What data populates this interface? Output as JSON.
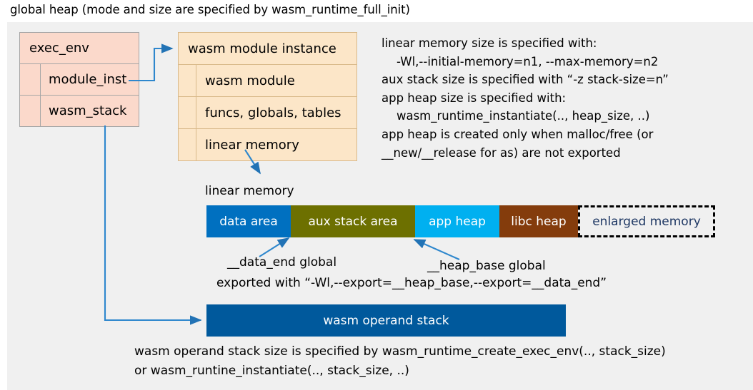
{
  "title": "global heap (mode and size are specified by wasm_runtime_full_init)",
  "exec_env": {
    "header": "exec_env",
    "rows": [
      "module_inst",
      "wasm_stack"
    ]
  },
  "module_instance": {
    "header": "wasm module instance",
    "rows": [
      "wasm module",
      "funcs, globals, tables",
      "linear memory"
    ]
  },
  "notes": "linear memory size is specified with:\n    -Wl,--initial-memory=n1, --max-memory=n2\naux stack size is specified with “-z stack-size=n”\napp heap size is specified with:\n    wasm_runtime_instantiate(.., heap_size, ..)\napp heap is created only when malloc/free (or\n__new/__release for as) are not exported",
  "linear_memory": {
    "label": "linear memory",
    "segments": [
      {
        "label": "data area",
        "color": "#0070c0",
        "width": 118
      },
      {
        "label": "aux stack area",
        "color": "#6d7000",
        "width": 174
      },
      {
        "label": "app heap",
        "color": "#00b0f0",
        "width": 118
      },
      {
        "label": "libc heap",
        "color": "#843c0c",
        "width": 110
      },
      {
        "label": "enlarged memory",
        "color": "#f0f0f0",
        "width": 192
      }
    ]
  },
  "annotations": {
    "data_end": "__data_end global",
    "heap_base": "__heap_base global",
    "exported": "exported with “-Wl,--export=__heap_base,--export=__data_end”"
  },
  "operand_stack": {
    "label": "wasm operand stack",
    "note": "wasm operand stack size is specified by wasm_runtime_create_exec_env(.., stack_size)\nor wasm_runtine_instantiate(.., stack_size, ..)"
  },
  "colors": {
    "panel_bg": "#f0f0f0",
    "exec_env_fill": "#fbd9cb",
    "module_fill": "#fce6c8",
    "wire": "#2e87cd",
    "operand_stack": "#00599c",
    "enlarged_text": "#1f3864"
  }
}
